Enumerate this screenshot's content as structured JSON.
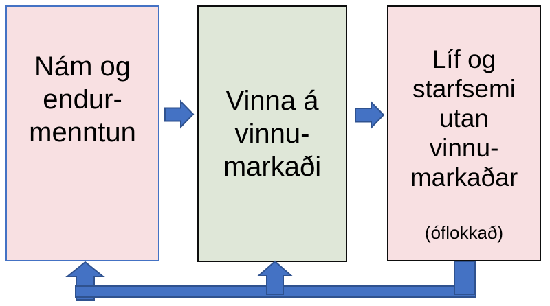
{
  "diagram": {
    "boxes": [
      {
        "id": "education",
        "lines": [
          "Nám og",
          "endur-",
          "menntun"
        ],
        "fill": "#F8E0E2",
        "border": "#4472C4"
      },
      {
        "id": "work",
        "lines": [
          "Vinna á",
          "vinnu-",
          "markaði"
        ],
        "fill": "#DFE7D8",
        "border": "#0D0D0D"
      },
      {
        "id": "outside",
        "lines": [
          "Líf og",
          "starfsemi",
          "utan",
          "vinnu-",
          "markaðar"
        ],
        "note": "(óflokkað)",
        "fill": "#F8E0E2",
        "border": "#0D0D0D"
      }
    ],
    "arrows": [
      {
        "id": "education-to-work",
        "direction": "right"
      },
      {
        "id": "work-to-outside",
        "direction": "right"
      },
      {
        "id": "feedback-loop",
        "direction": "up",
        "from": "outside",
        "to": [
          "education",
          "work"
        ]
      }
    ],
    "colors": {
      "arrow_fill": "#4472C4",
      "arrow_stroke": "#2F528F",
      "background": "#FFFFFF"
    }
  }
}
